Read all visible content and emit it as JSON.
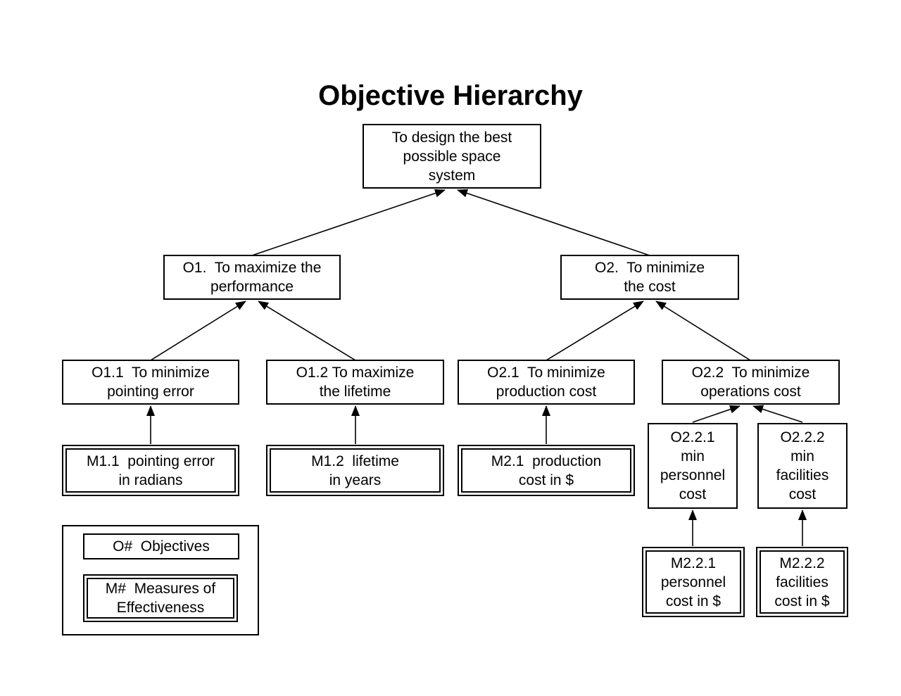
{
  "title": "Objective Hierarchy",
  "colors": {
    "ink": "#000000",
    "background": "#ffffff"
  },
  "nodes": {
    "root": {
      "id": "root",
      "label": "To design the best\npossible space\nsystem"
    },
    "o1": {
      "id": "O1",
      "label": "O1.  To maximize the\nperformance"
    },
    "o2": {
      "id": "O2",
      "label": "O2.  To minimize\nthe cost"
    },
    "o1_1": {
      "id": "O1.1",
      "label": "O1.1  To minimize\npointing error"
    },
    "o1_2": {
      "id": "O1.2",
      "label": "O1.2 To maximize\nthe lifetime"
    },
    "o2_1": {
      "id": "O2.1",
      "label": "O2.1  To minimize\nproduction cost"
    },
    "o2_2": {
      "id": "O2.2",
      "label": "O2.2  To minimize\noperations cost"
    },
    "m1_1": {
      "id": "M1.1",
      "label": "M1.1  pointing error\nin radians"
    },
    "m1_2": {
      "id": "M1.2",
      "label": "M1.2  lifetime\nin years"
    },
    "m2_1": {
      "id": "M2.1",
      "label": "M2.1  production\ncost in $"
    },
    "o2_2_1": {
      "id": "O2.2.1",
      "label": "O2.2.1\nmin\npersonnel\ncost"
    },
    "o2_2_2": {
      "id": "O2.2.2",
      "label": "O2.2.2\nmin\nfacilities\ncost"
    },
    "m2_2_1": {
      "id": "M2.2.1",
      "label": "M2.2.1\npersonnel\ncost in $"
    },
    "m2_2_2": {
      "id": "M2.2.2",
      "label": "M2.2.2\nfacilities\ncost in $"
    }
  },
  "legend": {
    "objectives_label": "O#  Objectives",
    "measures_label": "M#  Measures of\nEffectiveness"
  }
}
